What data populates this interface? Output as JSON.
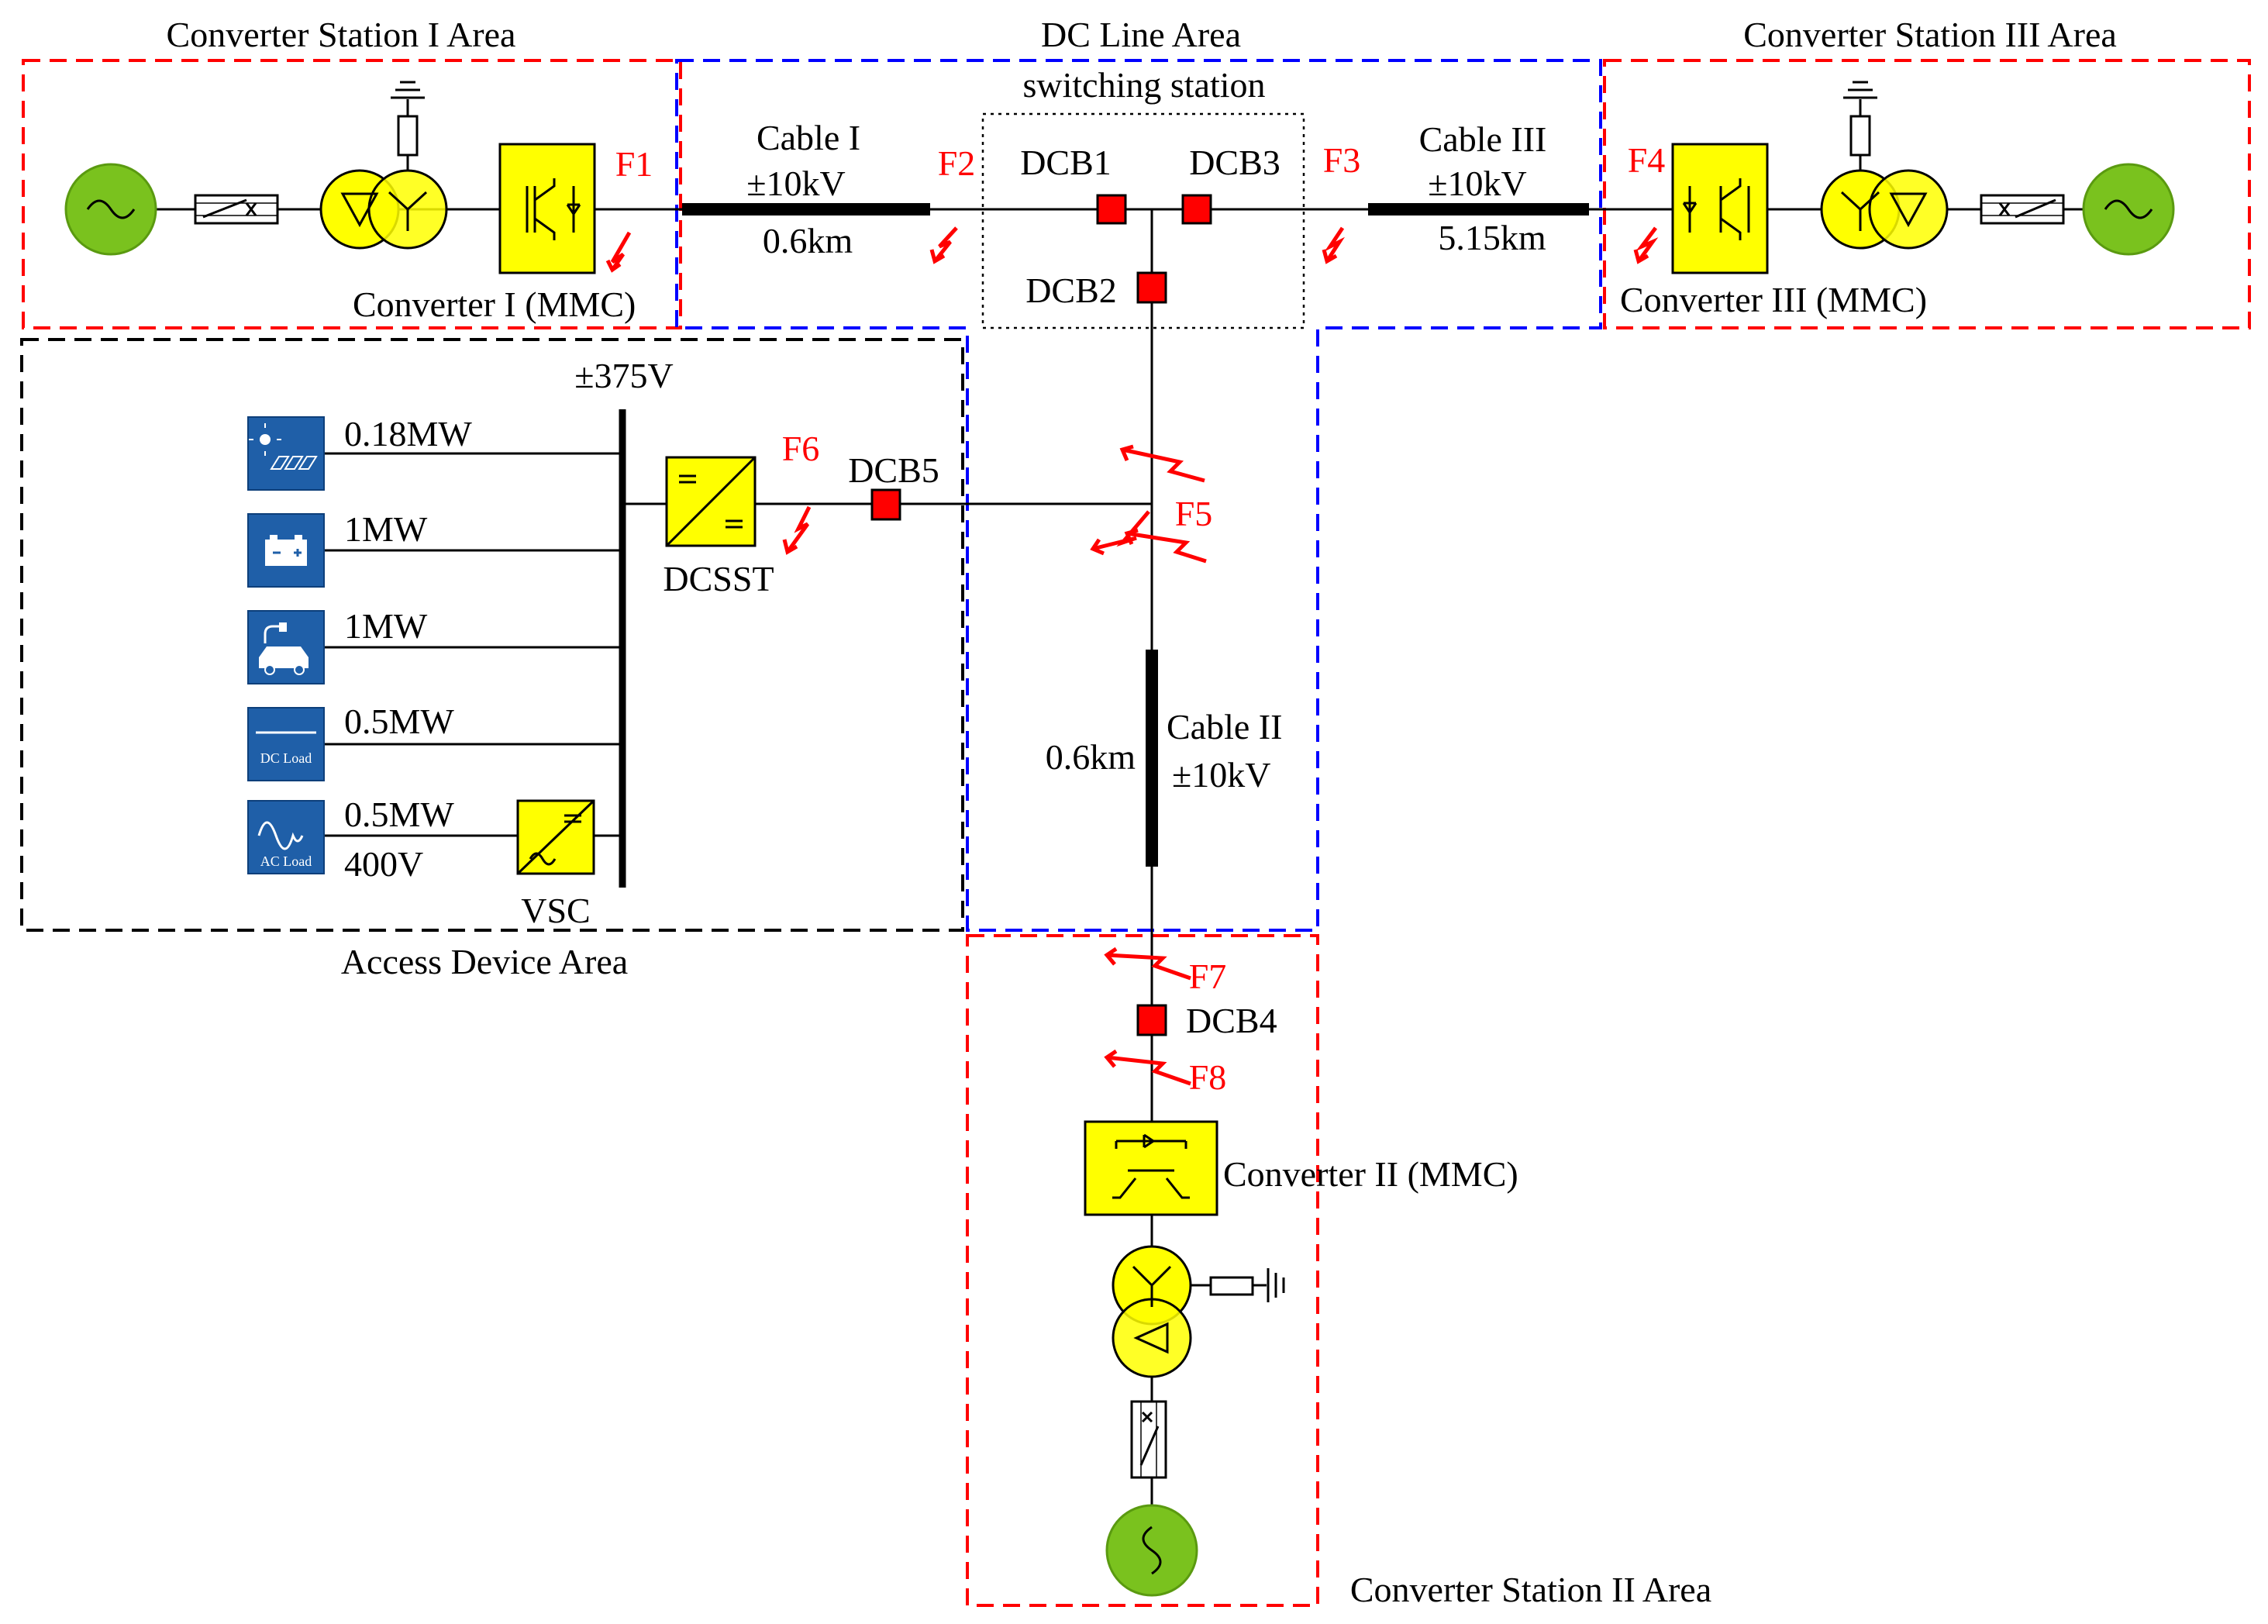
{
  "areas": {
    "station_1": "Converter Station I Area",
    "dc_line": "DC Line Area",
    "station_3": "Converter Station III Area",
    "access": "Access Device Area",
    "station_2": "Converter Station II Area",
    "switching": "switching station"
  },
  "converters": {
    "c1": "Converter I (MMC)",
    "c2": "Converter II (MMC)",
    "c3": "Converter III (MMC)",
    "dcsst": "DCSST",
    "vsc": "VSC"
  },
  "cables": {
    "cable1": {
      "name": "Cable I",
      "voltage": "±10kV",
      "length": "0.6km"
    },
    "cable2": {
      "name": "Cable II",
      "voltage": "±10kV",
      "length": "0.6km"
    },
    "cable3": {
      "name": "Cable III",
      "voltage": "±10kV",
      "length": "5.15km"
    }
  },
  "breakers": {
    "dcb1": "DCB1",
    "dcb2": "DCB2",
    "dcb3": "DCB3",
    "dcb4": "DCB4",
    "dcb5": "DCB5"
  },
  "faults": {
    "f1": "F1",
    "f2": "F2",
    "f3": "F3",
    "f4": "F4",
    "f5": "F5",
    "f6": "F6",
    "f7": "F7",
    "f8": "F8"
  },
  "access_bus": {
    "voltage": "±375V",
    "feeders": [
      {
        "power": "0.18MW",
        "icon": "pv-icon"
      },
      {
        "power": "1MW",
        "icon": "battery-icon"
      },
      {
        "power": "1MW",
        "icon": "ev-charger-icon"
      },
      {
        "power": "0.5MW",
        "icon": "dc-load-icon"
      },
      {
        "power": "0.5MW",
        "icon": "ac-load-icon"
      }
    ],
    "ac_voltage": "400V",
    "dc_load_text": "DC Load",
    "ac_load_text": "AC Load"
  },
  "colors": {
    "fault": "#ff0000",
    "station_zone": "#ff0000",
    "dc_line_zone": "#0000ff",
    "converter": "#ffff00",
    "generator": "#7ac21e",
    "device_tile": "#1f5fa8"
  }
}
